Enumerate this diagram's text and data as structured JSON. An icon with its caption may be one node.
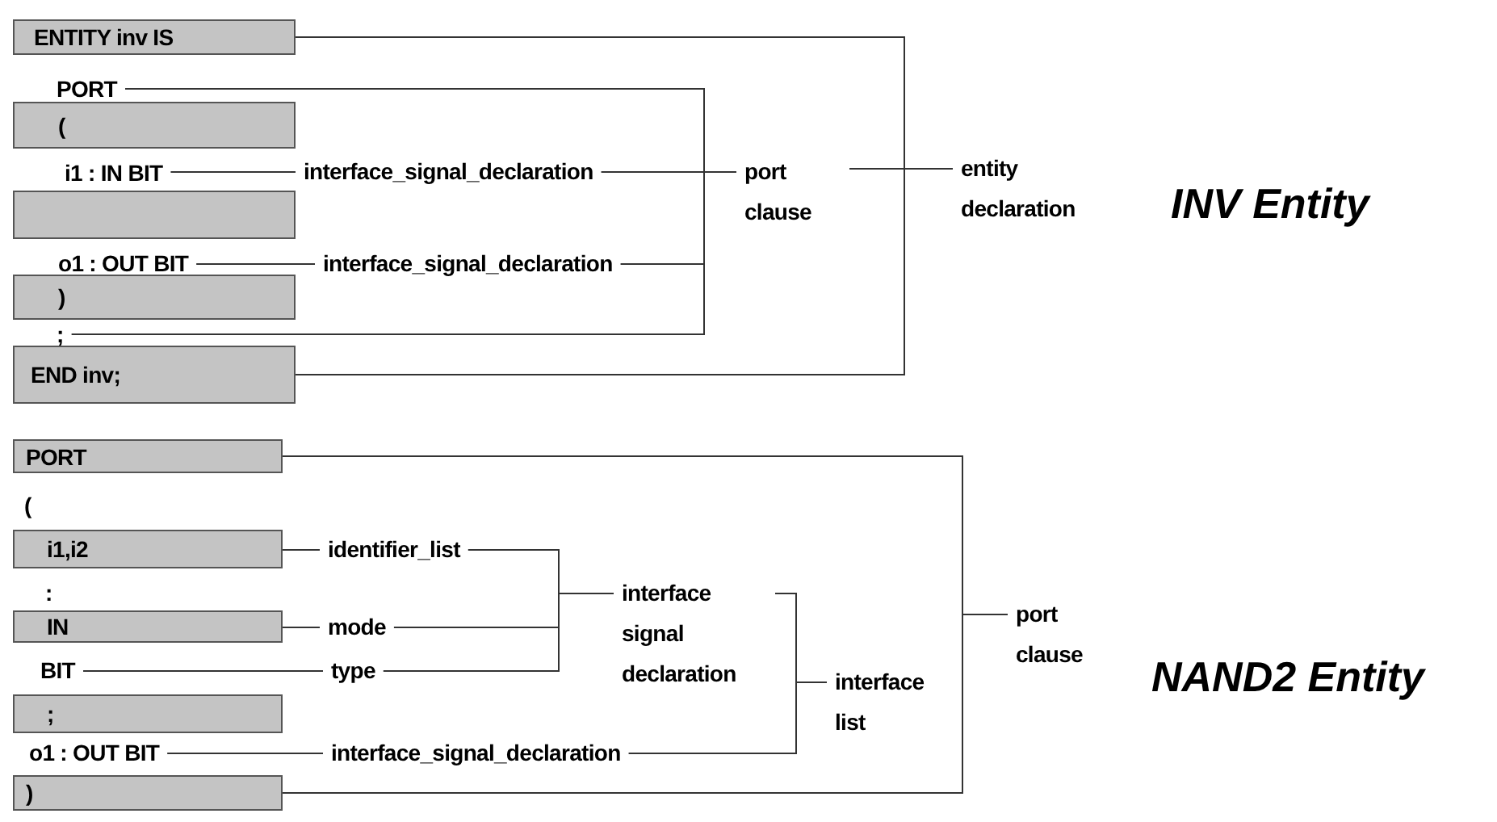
{
  "diagram": {
    "nodes": [
      {
        "text": [
          "ENTITY inv IS"
        ]
      },
      {
        "text": [
          "PORT"
        ]
      },
      {
        "text": [
          "("
        ]
      },
      {
        "text": [
          "i1 : IN BIT"
        ]
      },
      {
        "text": [],
        "shape": "box"
      },
      {
        "text": [
          "o1 : OUT BIT"
        ]
      },
      {
        "text": [
          ")"
        ]
      },
      {
        "text": [
          ";"
        ]
      },
      {
        "text": [
          "END inv;"
        ]
      },
      {
        "text": [
          "interface_signal_declaration"
        ]
      },
      {
        "text": [
          "interface_signal_declaration"
        ]
      },
      {
        "text": [
          "port clause"
        ]
      },
      {
        "text": [
          "entity declaration"
        ]
      },
      {
        "text": [
          "PORT"
        ]
      },
      {
        "text": [
          "("
        ]
      },
      {
        "text": [
          "i1,i2"
        ]
      },
      {
        "text": [
          ":"
        ]
      },
      {
        "text": [
          "IN"
        ]
      },
      {
        "text": [
          "BIT"
        ]
      },
      {
        "text": [
          ";"
        ]
      },
      {
        "text": [
          "o1 : OUT BIT"
        ]
      },
      {
        "text": [
          ")"
        ]
      },
      {
        "text": [
          "identifier_list"
        ]
      },
      {
        "text": [
          "mode"
        ]
      },
      {
        "text": [
          "type"
        ]
      },
      {
        "text": [
          "interface signal declaration"
        ]
      },
      {
        "text": [
          "interface_signal_declaration"
        ]
      },
      {
        "text": [
          "interface list"
        ]
      },
      {
        "text": [
          "port clause"
        ]
      }
    ],
    "edges": [
      {
        "from": 0,
        "to": 12,
        "arrow": "none"
      },
      {
        "from": 8,
        "to": 12,
        "arrow": "none"
      },
      {
        "from": 11,
        "to": 12,
        "arrow": "none"
      },
      {
        "from": 1,
        "to": 11,
        "arrow": "none"
      },
      {
        "from": 7,
        "to": 11,
        "arrow": "none"
      },
      {
        "from": 9,
        "to": 11,
        "arrow": "none"
      },
      {
        "from": 10,
        "to": 11,
        "arrow": "none"
      },
      {
        "from": 3,
        "to": 9,
        "arrow": "none"
      },
      {
        "from": 5,
        "to": 10,
        "arrow": "none"
      },
      {
        "from": 13,
        "to": 28,
        "arrow": "none"
      },
      {
        "from": 21,
        "to": 28,
        "arrow": "none"
      },
      {
        "from": 15,
        "to": 22,
        "arrow": "none"
      },
      {
        "from": 17,
        "to": 23,
        "arrow": "none"
      },
      {
        "from": 18,
        "to": 24,
        "arrow": "none"
      },
      {
        "from": 22,
        "to": 25,
        "arrow": "none"
      },
      {
        "from": 23,
        "to": 25,
        "arrow": "none"
      },
      {
        "from": 24,
        "to": 25,
        "arrow": "none"
      },
      {
        "from": 25,
        "to": 27,
        "arrow": "none"
      },
      {
        "from": 26,
        "to": 27,
        "arrow": "none"
      },
      {
        "from": 20,
        "to": 26,
        "arrow": "none"
      }
    ],
    "labels": [
      "INV Entity",
      "NAND2 Entity"
    ]
  }
}
